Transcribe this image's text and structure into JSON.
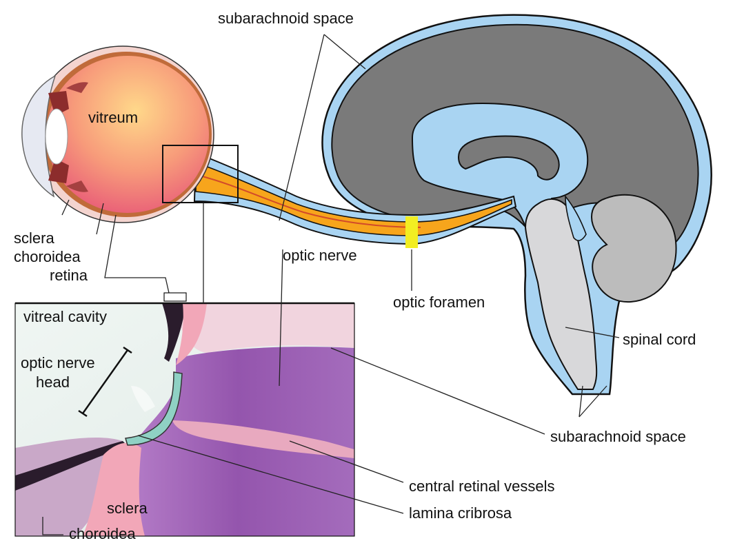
{
  "labels": {
    "subarachnoid_top": "subarachnoid space",
    "vitreum": "vitreum",
    "sclera_eye": "sclera",
    "choroidea_eye": "choroidea",
    "retina": "retina",
    "optic_nerve": "optic nerve",
    "optic_foramen": "optic foramen",
    "spinal_cord": "spinal cord",
    "subarachnoid_bottom": "subarachnoid space",
    "vitreal_cavity": "vitreal cavity",
    "optic_nerve_head_line1": "optic nerve",
    "optic_nerve_head_line2": "head",
    "central_retinal_vessels": "central retinal vessels",
    "lamina_cribrosa": "lamina cribrosa",
    "sclera_histo": "sclera",
    "choroidea_histo": "choroidea"
  },
  "colors": {
    "csf_blue": "#a9d4f2",
    "brain_gray": "#7a7a7a",
    "cerebellum_gray": "#bcbcbc",
    "brainstem_gray": "#d8d8da",
    "optic_nerve_orange": "#f7a51c",
    "optic_foramen_yellow": "#f2ee22",
    "eye_pink": "#f07a8c",
    "tissue_purple": "#9d62b4",
    "lamina_teal": "#8fd1c4"
  }
}
